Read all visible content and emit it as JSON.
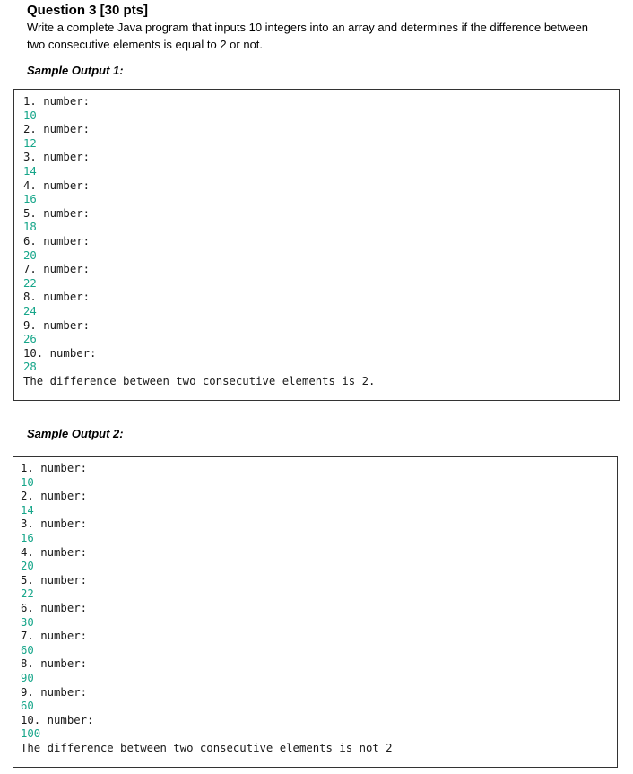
{
  "question": {
    "heading": "Question 3 [30 pts]",
    "prompt": "Write a complete Java program that inputs 10 integers into an array and determines if the difference between two consecutive elements is equal to 2 or not."
  },
  "samples": [
    {
      "label": "Sample Output 1:",
      "lines": [
        {
          "kind": "prompt",
          "text": "1. number:"
        },
        {
          "kind": "input",
          "text": "10"
        },
        {
          "kind": "prompt",
          "text": "2. number:"
        },
        {
          "kind": "input",
          "text": "12"
        },
        {
          "kind": "prompt",
          "text": "3. number:"
        },
        {
          "kind": "input",
          "text": "14"
        },
        {
          "kind": "prompt",
          "text": "4. number:"
        },
        {
          "kind": "input",
          "text": "16"
        },
        {
          "kind": "prompt",
          "text": "5. number:"
        },
        {
          "kind": "input",
          "text": "18"
        },
        {
          "kind": "prompt",
          "text": "6. number:"
        },
        {
          "kind": "input",
          "text": "20"
        },
        {
          "kind": "prompt",
          "text": "7. number:"
        },
        {
          "kind": "input",
          "text": "22"
        },
        {
          "kind": "prompt",
          "text": "8. number:"
        },
        {
          "kind": "input",
          "text": "24"
        },
        {
          "kind": "prompt",
          "text": "9. number:"
        },
        {
          "kind": "input",
          "text": "26"
        },
        {
          "kind": "prompt",
          "text": "10. number:"
        },
        {
          "kind": "input",
          "text": "28"
        },
        {
          "kind": "result",
          "text": "The difference between two consecutive elements is 2."
        }
      ]
    },
    {
      "label": "Sample Output 2:",
      "lines": [
        {
          "kind": "prompt",
          "text": "1. number:"
        },
        {
          "kind": "input",
          "text": "10"
        },
        {
          "kind": "prompt",
          "text": "2. number:"
        },
        {
          "kind": "input",
          "text": "14"
        },
        {
          "kind": "prompt",
          "text": "3. number:"
        },
        {
          "kind": "input",
          "text": "16"
        },
        {
          "kind": "prompt",
          "text": "4. number:"
        },
        {
          "kind": "input",
          "text": "20"
        },
        {
          "kind": "prompt",
          "text": "5. number:"
        },
        {
          "kind": "input",
          "text": "22"
        },
        {
          "kind": "prompt",
          "text": "6. number:"
        },
        {
          "kind": "input",
          "text": "30"
        },
        {
          "kind": "prompt",
          "text": "7. number:"
        },
        {
          "kind": "input",
          "text": "60"
        },
        {
          "kind": "prompt",
          "text": "8. number:"
        },
        {
          "kind": "input",
          "text": "90"
        },
        {
          "kind": "prompt",
          "text": "9. number:"
        },
        {
          "kind": "input",
          "text": "60"
        },
        {
          "kind": "prompt",
          "text": "10. number:"
        },
        {
          "kind": "input",
          "text": "100"
        },
        {
          "kind": "result",
          "text": "The difference between two consecutive elements is not 2"
        }
      ]
    }
  ],
  "colors": {
    "input_text": "#17a68a",
    "console_text": "#1a1a1a",
    "console_border": "#333333"
  }
}
